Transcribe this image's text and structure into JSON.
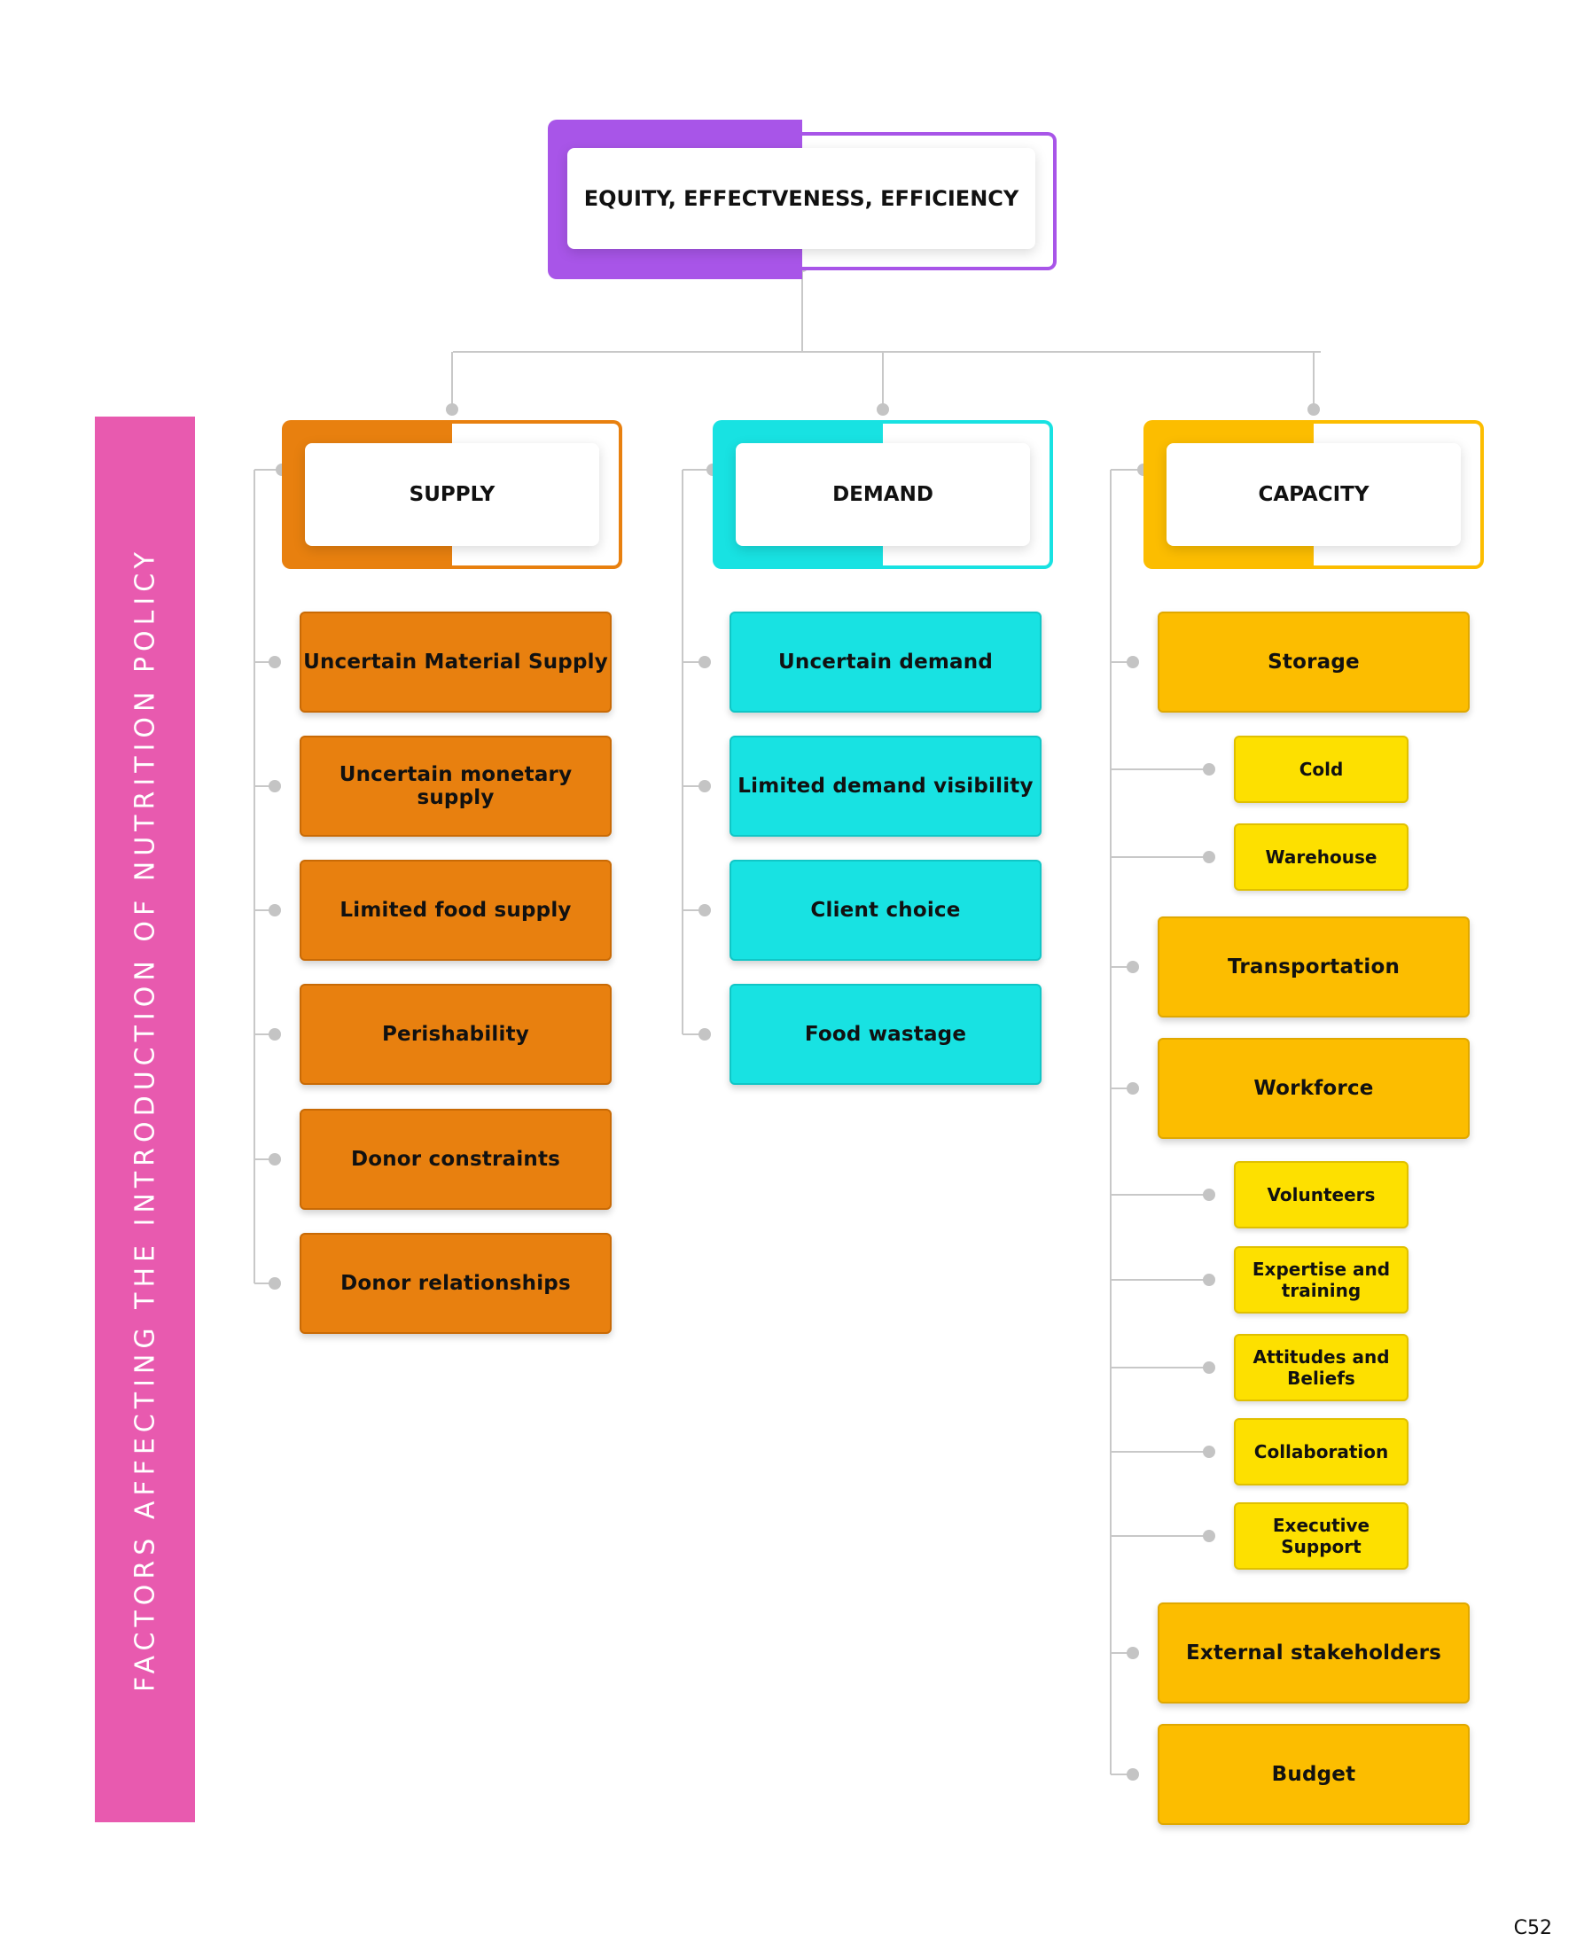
{
  "root": {
    "label": "EQUITY, EFFECTVENESS, EFFICIENCY",
    "color": "#a855e8"
  },
  "side_banner": {
    "label": "FACTORS AFFECTING THE INTRODUCTION OF NUTRITION POLICY",
    "color": "#e85aaf"
  },
  "page_number": "C52",
  "branches": [
    {
      "label": "SUPPLY",
      "color": "#e8800f",
      "items": [
        {
          "label": "Uncertain Material Supply"
        },
        {
          "label": "Uncertain monetary supply"
        },
        {
          "label": "Limited food supply"
        },
        {
          "label": "Perishability"
        },
        {
          "label": "Donor constraints"
        },
        {
          "label": "Donor relationships"
        }
      ]
    },
    {
      "label": "DEMAND",
      "color": "#18e2e2",
      "items": [
        {
          "label": "Uncertain demand"
        },
        {
          "label": "Limited demand visibility"
        },
        {
          "label": "Client choice"
        },
        {
          "label": "Food wastage"
        }
      ]
    },
    {
      "label": "CAPACITY",
      "color": "#fcbd00",
      "sub_color": "#fde000",
      "items": [
        {
          "label": "Storage",
          "level": 1
        },
        {
          "label": "Cold",
          "level": 2
        },
        {
          "label": "Warehouse",
          "level": 2
        },
        {
          "label": "Transportation",
          "level": 1
        },
        {
          "label": "Workforce",
          "level": 1
        },
        {
          "label": "Volunteers",
          "level": 2
        },
        {
          "label": "Expertise and training",
          "level": 2
        },
        {
          "label": "Attitudes and Beliefs",
          "level": 2
        },
        {
          "label": "Collaboration",
          "level": 2
        },
        {
          "label": "Executive Support",
          "level": 2
        },
        {
          "label": "External stakeholders",
          "level": 1
        },
        {
          "label": "Budget",
          "level": 1
        }
      ]
    }
  ]
}
